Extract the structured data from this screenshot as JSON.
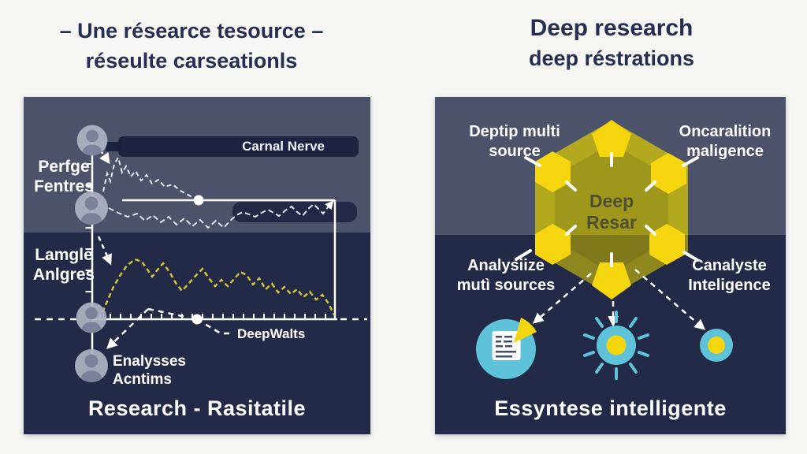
{
  "colors": {
    "page_bg": "#f6f6f3",
    "heading_text": "#262e52",
    "panel_upper": "#4b5269",
    "panel_lower": "#232a48",
    "bar_fill": "#1b2140",
    "accent_yellow": "#f5d60e",
    "line_yellow": "#cfc136",
    "hex_upper": "#b2a91f",
    "hex_lower": "#8e8720",
    "icon_cyan": "#5ec2d8",
    "text_white": "#ffffff"
  },
  "left": {
    "heading": [
      "– Une résearce tesource –",
      "réseulte carseationls"
    ],
    "axis_label_upper": [
      "Perfge",
      "Fentres"
    ],
    "axis_label_lower": [
      "Lamgle",
      "Anlgres"
    ],
    "bar_label": "Carnal Nerve",
    "point_annotation": "DeepWalts",
    "avatar_caption": [
      "Enalysses",
      "Acntims"
    ],
    "footer": "Research - Rasitatile",
    "icons": {
      "avatars": "person-avatar-icon"
    }
  },
  "right": {
    "heading": [
      "Deep research",
      "deep réstrations"
    ],
    "hex_center": [
      "Deep",
      "Resar"
    ],
    "label_top_left": [
      "Deptip multi",
      "source"
    ],
    "label_top_right": [
      "Oncaralition",
      "maligence"
    ],
    "label_bottom_left": [
      "Analysiize",
      "mutì sources"
    ],
    "label_bottom_right": [
      "Canalyste",
      "Inteligence"
    ],
    "footer": "Essyntese intelligente",
    "icons": {
      "hexagon": "deep-research-hexagon-icon",
      "synthesis": [
        "document-report-icon",
        "insight-burst-icon",
        "data-dot-icon"
      ]
    }
  }
}
